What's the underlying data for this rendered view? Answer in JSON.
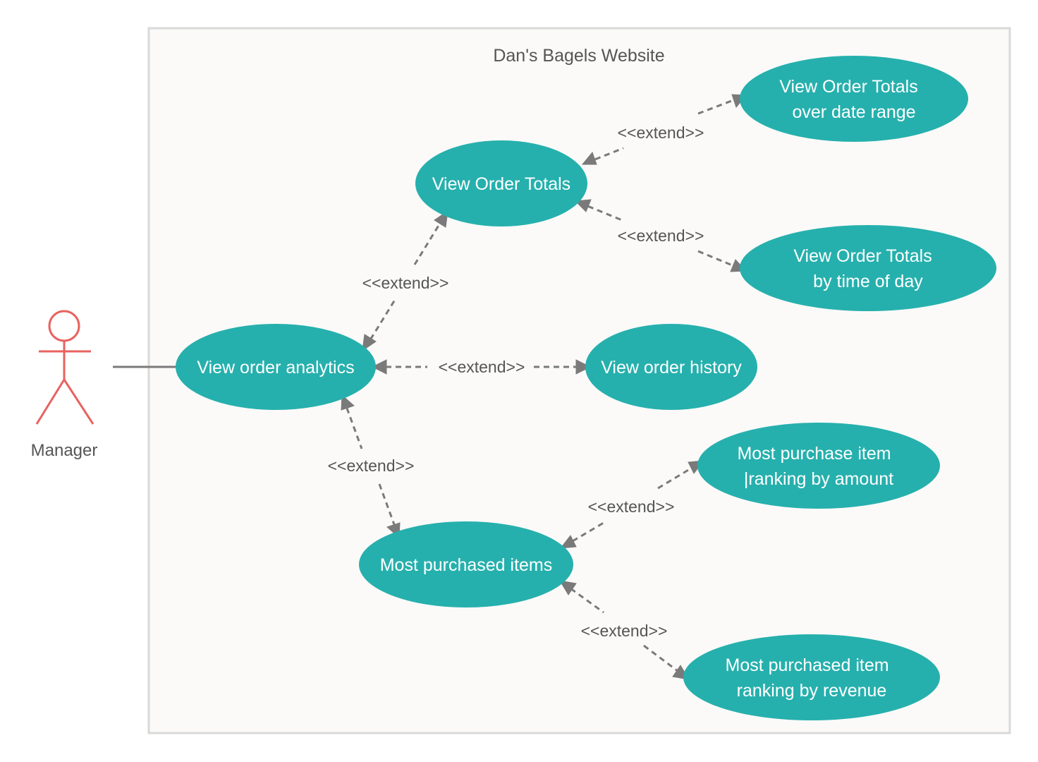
{
  "system": {
    "title": "Dan's Bagels Website"
  },
  "actor": {
    "label": "Manager"
  },
  "use_cases": {
    "analytics": [
      "View order analytics"
    ],
    "totals": [
      "View Order Totals"
    ],
    "totals_range": [
      "View Order Totals",
      "over date range"
    ],
    "totals_time": [
      "View Order Totals",
      "by time of day"
    ],
    "history": [
      "View order history"
    ],
    "most_purchased": [
      "Most purchased items"
    ],
    "ranking_amount": [
      "Most purchase item",
      "|ranking by amount"
    ],
    "ranking_revenue": [
      "Most purchased item",
      "ranking by revenue"
    ]
  },
  "relations": {
    "analytics_totals": "<<extend>>",
    "totals_range": "<<extend>>",
    "totals_time": "<<extend>>",
    "analytics_history": "<<extend>>",
    "analytics_most": "<<extend>>",
    "most_amount": "<<extend>>",
    "most_revenue": "<<extend>>"
  },
  "colors": {
    "use_case_fill": "#26b0ad",
    "actor_stroke": "#e8625f",
    "connector": "#7a7a7a",
    "system_border": "#d9d9d9",
    "system_fill": "#fbfaf9"
  }
}
